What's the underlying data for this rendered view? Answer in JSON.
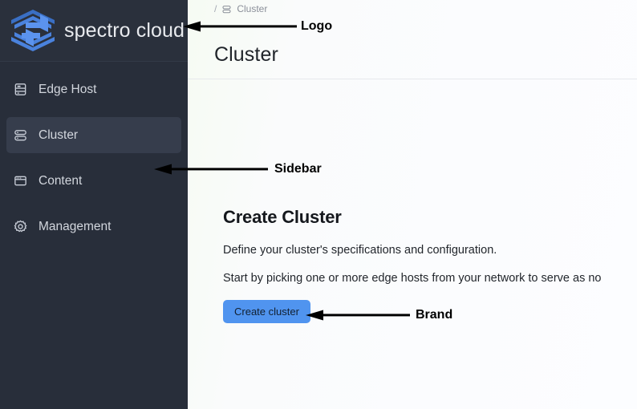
{
  "brand": {
    "logo_text": "spectro cloud",
    "logo_icon": "spectro-cloud-hexagon-s-logo",
    "accent_color": "#4a90e8",
    "sidebar_bg": "#282e3a"
  },
  "sidebar": {
    "items": [
      {
        "label": "Edge Host",
        "icon": "server-rack-icon",
        "active": false
      },
      {
        "label": "Cluster",
        "icon": "stacked-layers-icon",
        "active": true
      },
      {
        "label": "Content",
        "icon": "browser-window-icon",
        "active": false
      },
      {
        "label": "Management",
        "icon": "gear-icon",
        "active": false
      }
    ]
  },
  "header": {
    "breadcrumb_separator": "/",
    "breadcrumb_icon": "stacked-layers-icon",
    "breadcrumb_label": "Cluster",
    "page_title": "Cluster"
  },
  "main": {
    "heading": "Create Cluster",
    "paragraph_1": "Define your cluster's specifications and configuration.",
    "paragraph_2": "Start by picking one or more edge hosts from your network to serve as no",
    "button_label": "Create cluster"
  },
  "annotations": [
    {
      "label": "Logo",
      "arrow_icon": "left-arrow-icon"
    },
    {
      "label": "Sidebar",
      "arrow_icon": "left-arrow-icon"
    },
    {
      "label": "Brand",
      "arrow_icon": "left-arrow-icon"
    }
  ]
}
